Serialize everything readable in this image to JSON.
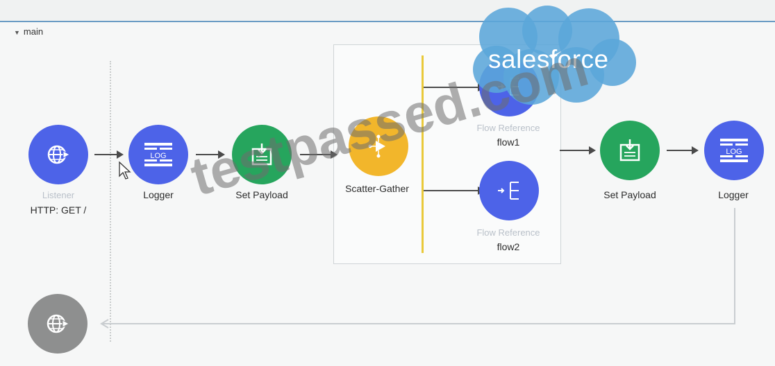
{
  "flow": {
    "name": "main",
    "nodes": {
      "listener": {
        "title": "Listener",
        "label": "HTTP: GET /"
      },
      "logger1": {
        "label": "Logger"
      },
      "set_payload1": {
        "label": "Set Payload"
      },
      "scatter_gather": {
        "label": "Scatter-Gather"
      },
      "flow_ref1": {
        "title": "Flow Reference",
        "label": "flow1"
      },
      "flow_ref2": {
        "title": "Flow Reference",
        "label": "flow2"
      },
      "set_payload2": {
        "label": "Set Payload"
      },
      "logger2": {
        "label": "Logger"
      }
    },
    "log_icon_text": "LOG"
  },
  "overlays": {
    "brand_logo": "salesforce",
    "watermark": "testpassed.com"
  },
  "colors": {
    "connector_blue": "#4d63e8",
    "transformer_green": "#26a55d",
    "router_yellow": "#f2b62b",
    "inactive_grey": "#8e8f8f",
    "salesforce_cloud": "#5ba6d9"
  }
}
